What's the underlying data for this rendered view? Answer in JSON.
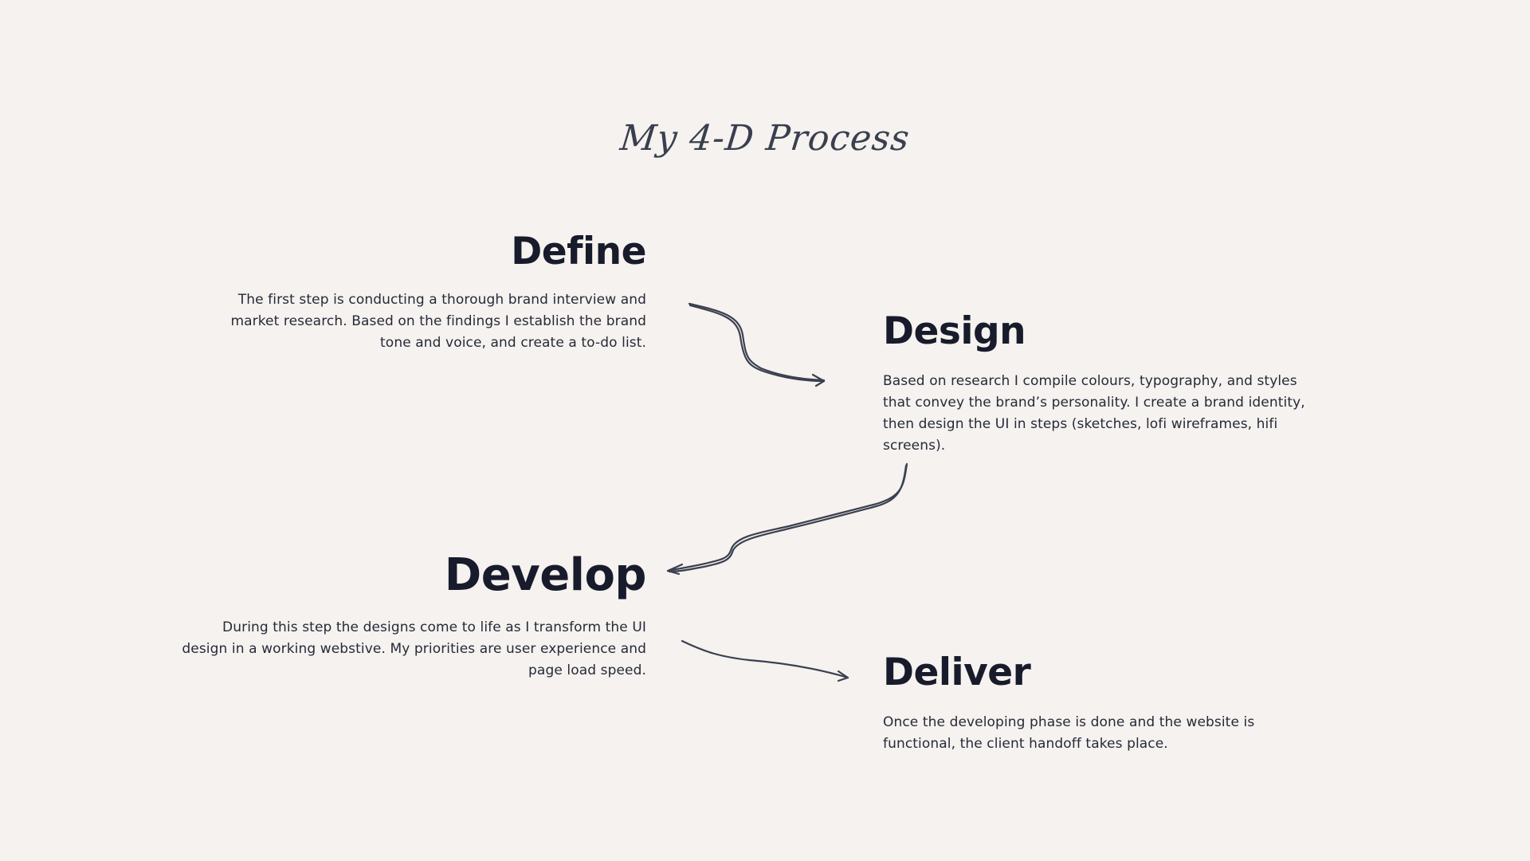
{
  "title": "My 4-D Process",
  "steps": {
    "define": {
      "heading": "Define",
      "body": "The first step is conducting a thorough brand interview and market research. Based on the findings I establish the brand tone and voice, and create a to-do list."
    },
    "design": {
      "heading": "Design",
      "body": "Based on research I compile colours, typography, and styles that convey the brand’s personality. I create a brand identity, then design the UI in steps (sketches, lofi wireframes, hifi screens)."
    },
    "develop": {
      "heading": "Develop",
      "body": "During this step the designs come to life as I transform the UI design in a working webstive. My priorities are user experience and page load speed."
    },
    "deliver": {
      "heading": "Deliver",
      "body": "Once the developing phase is done and the website is functional, the client handoff takes place."
    }
  },
  "icons": [
    "arrow-define-to-design-icon",
    "arrow-design-to-develop-icon",
    "arrow-develop-to-deliver-icon"
  ]
}
